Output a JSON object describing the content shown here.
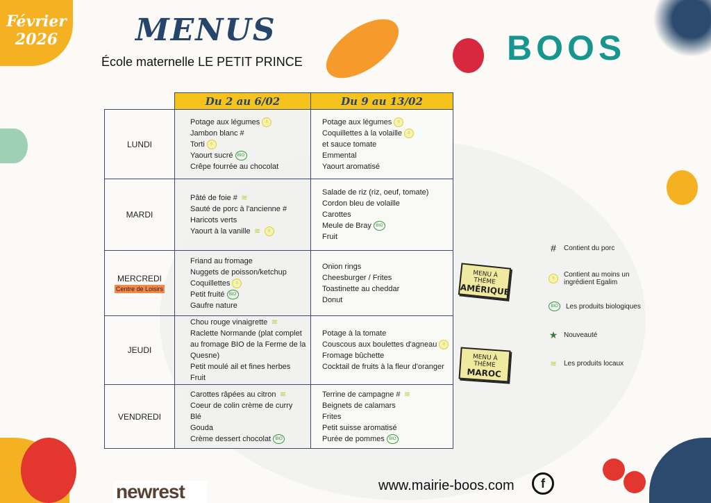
{
  "header": {
    "month": "Février",
    "year": "2026",
    "title": "MENUS",
    "subtitle": "École maternelle LE PETIT PRINCE",
    "logo": "BOOS"
  },
  "weeks": [
    "Du 2 au 6/02",
    "Du 9 au 13/02"
  ],
  "days": [
    {
      "name": "LUNDI",
      "w1": [
        {
          "t": "Potage aux légumes",
          "i": [
            "egalim"
          ]
        },
        {
          "t": "Jambon blanc #",
          "i": []
        },
        {
          "t": "Torti",
          "i": [
            "egalim"
          ]
        },
        {
          "t": "Yaourt sucré",
          "i": [
            "bio"
          ]
        },
        {
          "t": "Crêpe fourrée au chocolat",
          "i": []
        }
      ],
      "w2": [
        {
          "t": "Potage aux légumes",
          "i": [
            "egalim"
          ]
        },
        {
          "t": "Coquillettes à la volaille",
          "i": [
            "egalim"
          ]
        },
        {
          "t": "et sauce tomate",
          "i": []
        },
        {
          "t": "Emmental",
          "i": []
        },
        {
          "t": "Yaourt aromatisé",
          "i": []
        }
      ]
    },
    {
      "name": "MARDI",
      "w1": [
        {
          "t": "Pâté de foie #",
          "i": [
            "local"
          ]
        },
        {
          "t": "Sauté de porc à l'ancienne #",
          "i": []
        },
        {
          "t": "Haricots verts",
          "i": []
        },
        {
          "t": "Yaourt à la vanille",
          "i": [
            "local",
            "egalim"
          ]
        }
      ],
      "w2": [
        {
          "t": "Salade de riz (riz, oeuf, tomate)",
          "i": []
        },
        {
          "t": "Cordon bleu de volaille",
          "i": []
        },
        {
          "t": "Carottes",
          "i": []
        },
        {
          "t": "Meule de Bray",
          "i": [
            "bio"
          ]
        },
        {
          "t": "Fruit",
          "i": []
        }
      ]
    },
    {
      "name": "MERCREDI",
      "note": "Centre de Loisirs",
      "w1": [
        {
          "t": "Friand au fromage",
          "i": []
        },
        {
          "t": "Nuggets de poisson/ketchup",
          "i": []
        },
        {
          "t": "Coquillettes",
          "i": [
            "egalim"
          ]
        },
        {
          "t": "Petit fruité",
          "i": [
            "bio"
          ]
        },
        {
          "t": "Gaufre nature",
          "i": []
        }
      ],
      "w2": [
        {
          "t": "Onion rings",
          "i": []
        },
        {
          "t": "Cheesburger / Frites",
          "i": []
        },
        {
          "t": "Toastinette au cheddar",
          "i": []
        },
        {
          "t": "Donut",
          "i": []
        }
      ]
    },
    {
      "name": "JEUDI",
      "w1": [
        {
          "t": "Chou rouge vinaigrette",
          "i": [
            "local"
          ]
        },
        {
          "t": "Raclette Normande (plat complet au fromage BIO de la Ferme de la Quesne)",
          "i": []
        },
        {
          "t": "Petit moulé ail et fines herbes",
          "i": []
        },
        {
          "t": "Fruit",
          "i": []
        }
      ],
      "w2": [
        {
          "t": "Potage à la tomate",
          "i": []
        },
        {
          "t": "Couscous aux boulettes d'agneau",
          "i": [
            "egalim"
          ]
        },
        {
          "t": "Fromage bûchette",
          "i": []
        },
        {
          "t": "Cocktail de fruits à la fleur d'oranger",
          "i": []
        }
      ]
    },
    {
      "name": "VENDREDI",
      "w1": [
        {
          "t": "Carottes râpées au citron",
          "i": [
            "local"
          ]
        },
        {
          "t": "Coeur de colin crème de curry",
          "i": []
        },
        {
          "t": "Blé",
          "i": []
        },
        {
          "t": "Gouda",
          "i": []
        },
        {
          "t": "Crème dessert chocolat",
          "i": [
            "bio"
          ]
        }
      ],
      "w2": [
        {
          "t": "Terrine de campagne #",
          "i": [
            "local"
          ]
        },
        {
          "t": "Beignets de calamars",
          "i": []
        },
        {
          "t": "Frites",
          "i": []
        },
        {
          "t": "Petit suisse aromatisé",
          "i": []
        },
        {
          "t": "Purée de pommes",
          "i": [
            "bio"
          ]
        }
      ]
    }
  ],
  "themes": [
    {
      "label": "MENU À THÈME",
      "name": "AMÉRIQUE"
    },
    {
      "label": "MENU À THÈME",
      "name": "MAROC"
    }
  ],
  "bio_label": "BIO",
  "legend": [
    {
      "symbol": "#",
      "text": "Contient du porc"
    },
    {
      "symbol": "egalim",
      "text": "Contient au moins un ingrédient Egalim"
    },
    {
      "symbol": "bio",
      "text": "Les produits biologiques"
    },
    {
      "symbol": "★",
      "text": "Nouveauté"
    },
    {
      "symbol": "local",
      "text": "Les produits locaux"
    }
  ],
  "footer": {
    "brand": "newrest",
    "url": "www.mairie-boos.com",
    "social": "f"
  }
}
